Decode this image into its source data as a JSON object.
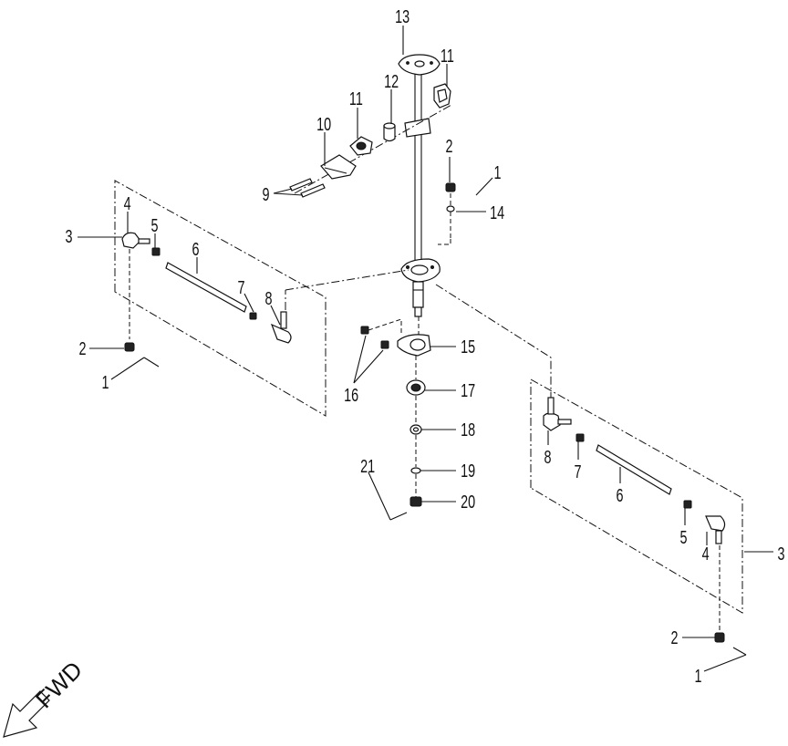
{
  "fwd_label": "FWD",
  "callouts": {
    "c13": "13",
    "c11a": "11",
    "c12": "12",
    "c11b": "11",
    "c10": "10",
    "c9": "9",
    "c2a": "2",
    "c1a": "1",
    "c14": "14",
    "c4L": "4",
    "c5L": "5",
    "c3L": "3",
    "c6L": "6",
    "c7L": "7",
    "c8L": "8",
    "c2L": "2",
    "c1L": "1",
    "c15": "15",
    "c16": "16",
    "c17": "17",
    "c18": "18",
    "c19": "19",
    "c20": "20",
    "c21": "21",
    "c8R": "8",
    "c7R": "7",
    "c6R": "6",
    "c5R": "5",
    "c4R": "4",
    "c3R": "3",
    "c2R": "2",
    "c1R": "1"
  }
}
